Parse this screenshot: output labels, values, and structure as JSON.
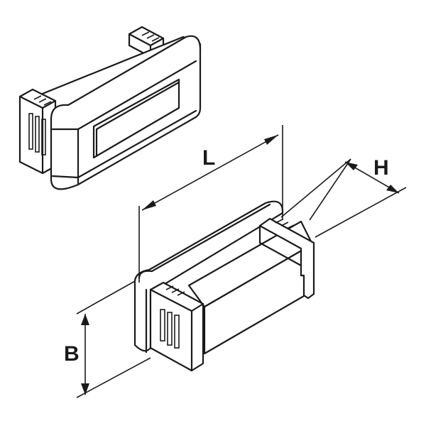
{
  "figure": {
    "type": "technical drawing",
    "subject": "rectangular tube end cap / insert plug",
    "views": [
      "assembled isometric view (top-left)",
      "dimensioned isometric view (bottom-right)"
    ],
    "line_color": "#1a1a1a",
    "background": "#ffffff"
  },
  "dimensions": {
    "length": {
      "label": "L"
    },
    "height": {
      "label": "H"
    },
    "width": {
      "label": "B"
    }
  }
}
